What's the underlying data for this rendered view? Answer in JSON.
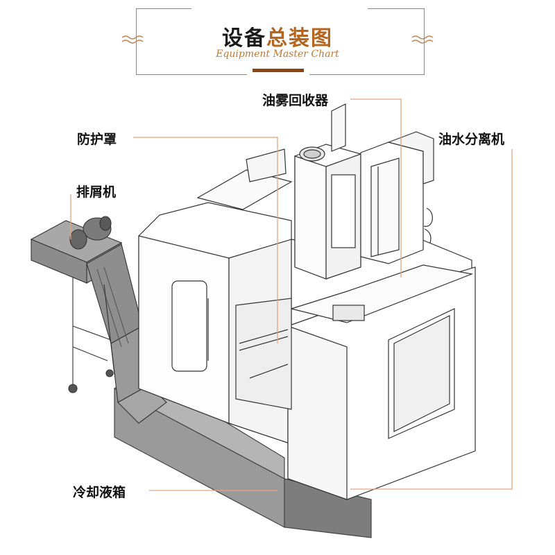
{
  "header": {
    "title_part1": "设备",
    "title_part2": "总装图",
    "subtitle": "Equipment Master Chart"
  },
  "labels": {
    "oil_mist_collector": "油雾回收器",
    "protective_cover": "防护罩",
    "oil_water_separator": "油水分离机",
    "chip_conveyor": "排屑机",
    "coolant_tank": "冷却液箱"
  },
  "colors": {
    "accent_orange": "#b5651d",
    "leader_line": "#e8a37c",
    "title_bar": "#8b4513",
    "machine_outline": "#333333",
    "conveyor_gray": "#8f8f8f"
  }
}
